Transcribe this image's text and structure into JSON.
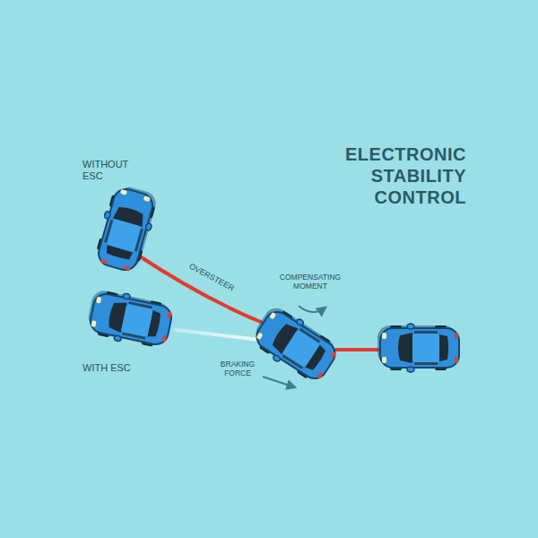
{
  "diagram": {
    "title": "ELECTRONIC STABILITY CONTROL",
    "labels": [
      "WITHOUT ESC",
      "WITH ESC",
      "OVERSTEER",
      "COMPENSATING MOMENT",
      "BRAKING FORCE"
    ]
  }
}
